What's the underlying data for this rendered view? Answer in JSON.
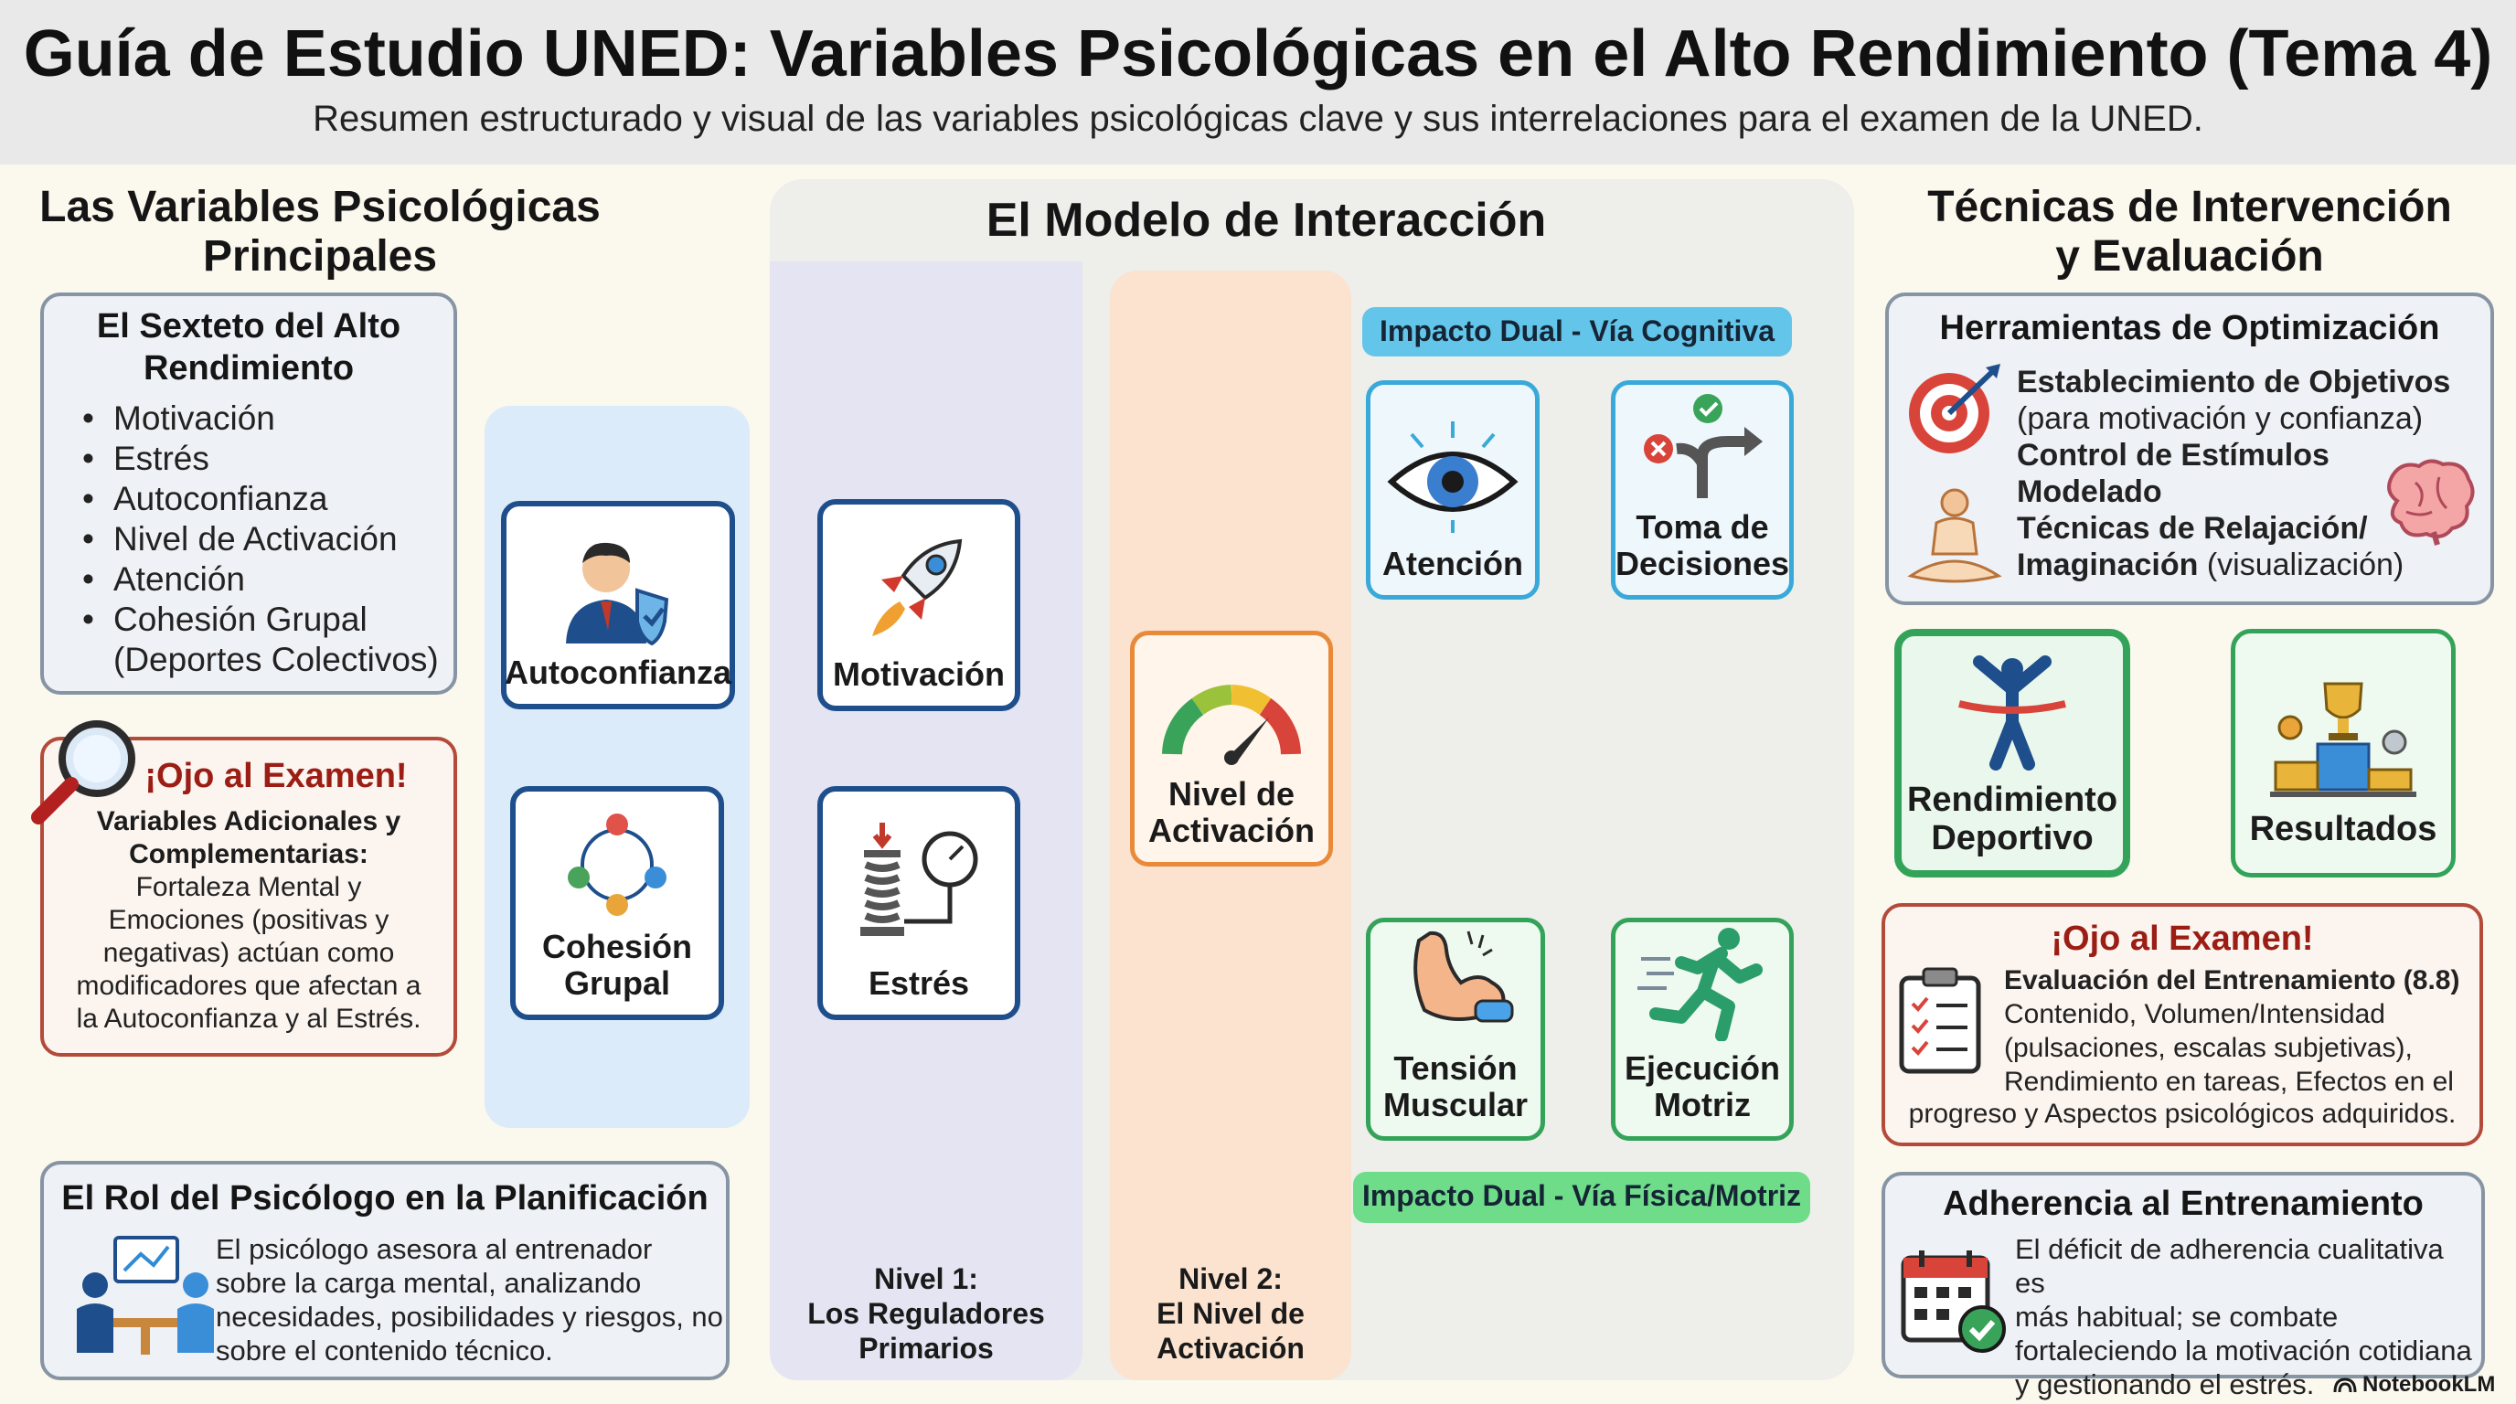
{
  "header": {
    "title": "Guía de Estudio UNED: Variables Psicológicas en el Alto Rendimiento (Tema 4)",
    "subtitle": "Resumen estructurado y visual de las variables psicológicas clave y sus interrelaciones para el examen de la UNED."
  },
  "left": {
    "title_line1": "Las Variables Psicológicas",
    "title_line2": "Principales",
    "sexteto": {
      "title_line1": "El Sexteto del Alto",
      "title_line2": "Rendimiento",
      "items": [
        "Motivación",
        "Estrés",
        "Autoconfianza",
        "Nivel de Activación",
        "Atención",
        "Cohesión Grupal"
      ],
      "note": "(Deportes Colectivos)"
    },
    "ojo": {
      "title": "¡Ojo al Examen!",
      "bold_line1": "Variables Adicionales y",
      "bold_line2": "Complementarias:",
      "lines": [
        "Fortaleza Mental y",
        "Emociones (positivas y",
        "negativas) actúan como",
        "modificadores que afectan a",
        "la Autoconfianza y al Estrés."
      ]
    },
    "rol": {
      "title": "El Rol del Psicólogo en la Planificación",
      "lines": [
        "El psicólogo asesora al entrenador",
        "sobre la carga mental, analizando",
        "necesidades, posibilidades y riesgos, no",
        "sobre el contenido técnico."
      ]
    }
  },
  "center": {
    "title": "El Modelo de Interacción",
    "nodes": {
      "autoconfianza": "Autoconfianza",
      "cohesion_1": "Cohesión",
      "cohesion_2": "Grupal",
      "motivacion": "Motivación",
      "estres": "Estrés",
      "activacion_1": "Nivel de",
      "activacion_2": "Activación",
      "atencion": "Atención",
      "decisiones_1": "Toma de",
      "decisiones_2": "Decisiones",
      "tension_1": "Tensión",
      "tension_2": "Muscular",
      "ejecucion_1": "Ejecución",
      "ejecucion_2": "Motriz"
    },
    "pill_cognitiva": "Impacto Dual - Vía Cognitiva",
    "pill_fisica": "Impacto Dual - Vía Física/Motriz",
    "level1": [
      "Nivel 1:",
      "Los Reguladores",
      "Primarios"
    ],
    "level2": [
      "Nivel 2:",
      "El Nivel de",
      "Activación"
    ]
  },
  "right": {
    "title_line1": "Técnicas de Intervención",
    "title_line2": "y Evaluación",
    "herramientas": {
      "title": "Herramientas de Optimización",
      "t1_bold": "Establecimiento de Objetivos",
      "t1_note": "(para motivación y confianza)",
      "t2_bold": "Control de Estímulos",
      "t3_bold": "Modelado",
      "t4_bold": "Técnicas de Relajación/",
      "t5_bold": "Imaginación",
      "t5_note": " (visualización)"
    },
    "rendimiento_1": "Rendimiento",
    "rendimiento_2": "Deportivo",
    "resultados": "Resultados",
    "ojo": {
      "title": "¡Ojo al Examen!",
      "bold": "Evaluación del Entrenamiento (8.8)",
      "lines": [
        "Contenido, Volumen/Intensidad",
        "(pulsaciones, escalas subjetivas),",
        "Rendimiento en tareas, Efectos en el"
      ],
      "last": "progreso y Aspectos psicológicos adquiridos."
    },
    "adherencia": {
      "title": "Adherencia al Entrenamiento",
      "lines": [
        "El déficit de adherencia cualitativa es",
        "más habitual; se combate",
        "fortaleciendo la motivación cotidiana",
        "y gestionando el estrés."
      ]
    },
    "brand": "NotebookLM"
  }
}
